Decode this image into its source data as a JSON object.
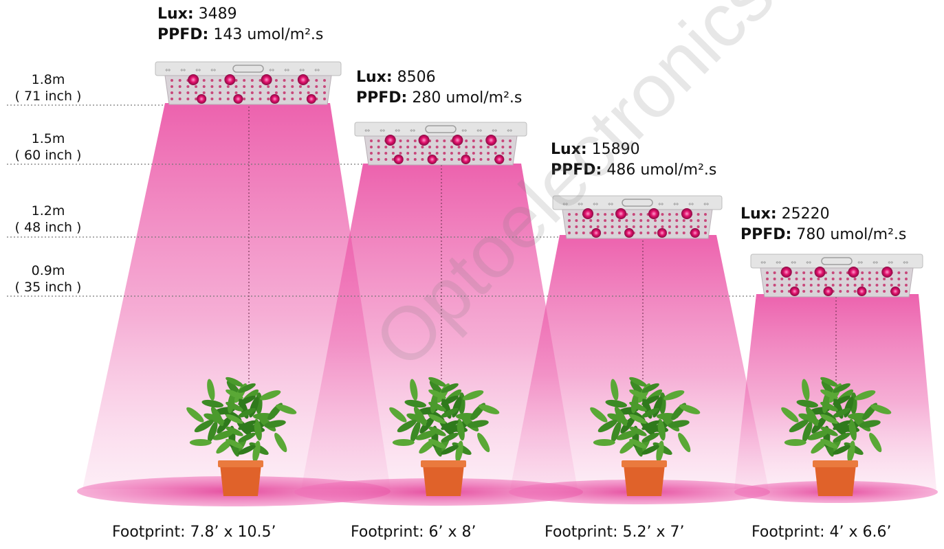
{
  "heights": [
    {
      "meters": "1.8m",
      "inches": "( 71 inch )"
    },
    {
      "meters": "1.5m",
      "inches": "( 60 inch )"
    },
    {
      "meters": "1.2m",
      "inches": "( 48 inch )"
    },
    {
      "meters": "0.9m",
      "inches": "( 35 inch )"
    }
  ],
  "lights": [
    {
      "lux_label": "Lux:",
      "lux_value": "3489",
      "ppfd_label": "PPFD:",
      "ppfd_value": "143 umol/m².s",
      "footprint": "Footprint: 7.8’  x 10.5’"
    },
    {
      "lux_label": "Lux:",
      "lux_value": "8506",
      "ppfd_label": "PPFD:",
      "ppfd_value": "280 umol/m².s",
      "footprint": "Footprint: 6’  x 8’"
    },
    {
      "lux_label": "Lux:",
      "lux_value": "15890",
      "ppfd_label": "PPFD:",
      "ppfd_value": "486 umol/m².s",
      "footprint": "Footprint: 5.2’  x 7’"
    },
    {
      "lux_label": "Lux:",
      "lux_value": "25220",
      "ppfd_label": "PPFD:",
      "ppfd_value": "780 umol/m².s",
      "footprint": "Footprint: 4’  x 6.6’"
    }
  ],
  "watermark": "Optoelectronics Co.,Ltd",
  "colors": {
    "beam": "#e9469f",
    "panel": "#e8e8e8",
    "led": "#d81b60",
    "pot": "#e0622a",
    "leaf": "#3f8a25"
  }
}
